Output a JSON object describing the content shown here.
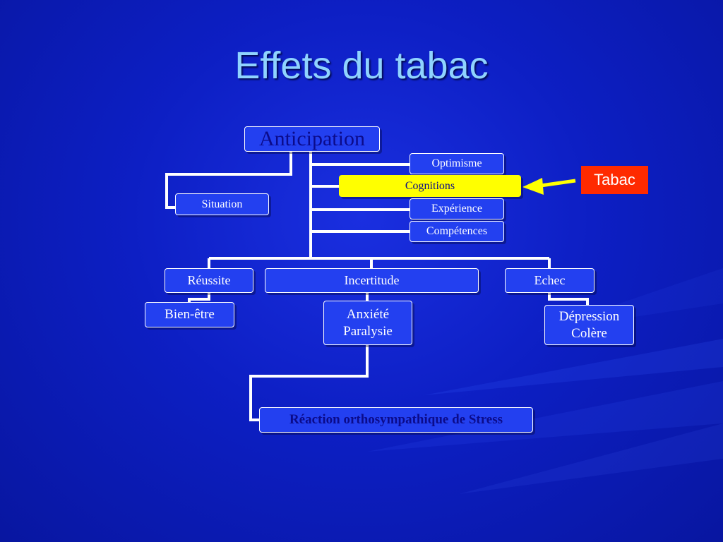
{
  "title": "Effets du tabac",
  "diagram": {
    "root": "Anticipation",
    "situation": "Situation",
    "factors": [
      "Optimisme",
      "Cognitions",
      "Expérience",
      "Compétences"
    ],
    "outcomes": [
      "Réussite",
      "Incertitude",
      "Echec"
    ],
    "consequences": {
      "reussite": "Bien-être",
      "incertitude": [
        "Anxiété",
        "Paralysie"
      ],
      "echec": [
        "Dépression",
        "Colère"
      ]
    },
    "stress": "Réaction orthosympathique de Stress",
    "callout": "Tabac"
  },
  "colors": {
    "background": "#0d1fc4",
    "node_fill": "#2340f0",
    "highlight": "#ffff00",
    "callout": "#ff2a00",
    "title": "#8fd3ff"
  }
}
